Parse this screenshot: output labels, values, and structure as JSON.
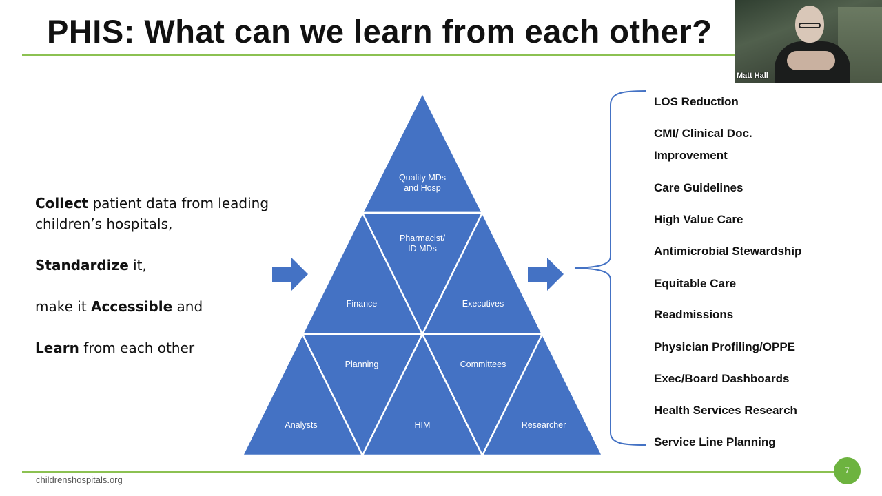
{
  "slide": {
    "title": "PHIS: What can we learn from each other?",
    "left_text": {
      "line1_bold": "Collect",
      "line1_rest": " patient data from leading children’s hospitals,",
      "line2_bold": "Standardize",
      "line2_rest": " it,",
      "line3_pre": "make it ",
      "line3_bold": "Accessible",
      "line3_post": " and",
      "line4_bold": "Learn",
      "line4_rest": " from each other"
    },
    "pyramid": {
      "top": [
        "Quality MDs",
        "and Hosp"
      ],
      "middle_center": [
        "Pharmacist/",
        "ID MDs"
      ],
      "finance": "Finance",
      "executives": "Executives",
      "planning": "Planning",
      "committees": "Committees",
      "analysts": "Analysts",
      "him": "HIM",
      "researcher": "Researcher"
    },
    "uses": [
      "LOS Reduction",
      "CMI/ Clinical Doc.",
      "Improvement",
      "Care Guidelines",
      "High Value Care",
      "Antimicrobial Stewardship",
      "Equitable Care",
      "Readmissions",
      "Physician Profiling/OPPE",
      "Exec/Board Dashboards",
      "Health Services Research",
      "Service Line Planning"
    ],
    "footer_url": "childrenshospitals.org",
    "page_number": "7"
  },
  "webcam": {
    "participant_name": "Matt Hall"
  },
  "colors": {
    "pyramid_fill": "#4472c4",
    "accent_green": "#8cc152",
    "badge_green": "#6db33f"
  }
}
